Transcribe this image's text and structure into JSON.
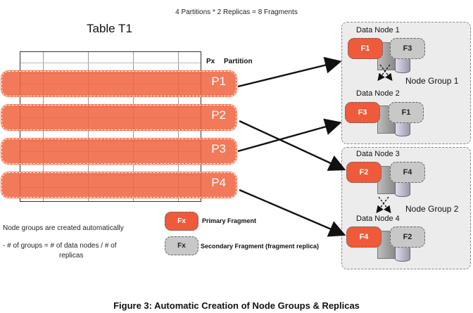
{
  "header": {
    "equation": "4 Partitions * 2 Replicas = 8 Fragments"
  },
  "table": {
    "title": "Table T1",
    "legend_px": "Px",
    "legend_partition": "Partition"
  },
  "partitions": [
    {
      "label": "P1"
    },
    {
      "label": "P2"
    },
    {
      "label": "P3"
    },
    {
      "label": "P4"
    }
  ],
  "node_groups": [
    {
      "label": "Node Group 1",
      "nodes": [
        {
          "title": "Data Node 1",
          "primary": "F1",
          "secondary": "F3"
        },
        {
          "title": "Data Node 2",
          "primary": "F3",
          "secondary": "F1"
        }
      ]
    },
    {
      "label": "Node Group 2",
      "nodes": [
        {
          "title": "Data Node 3",
          "primary": "F2",
          "secondary": "F4"
        },
        {
          "title": "Data Node 4",
          "primary": "F4",
          "secondary": "F2"
        }
      ]
    }
  ],
  "legend": {
    "primary_box": "Fx",
    "primary_text": "Primary Fragment",
    "secondary_box": "Fx",
    "secondary_text": "Secondary Fragment (fragment replica)"
  },
  "notes": {
    "line1": "Node groups are created automatically",
    "line2": "- # of groups = # of data nodes / # of",
    "line3": "replicas"
  },
  "caption": "Figure 3: Automatic Creation of Node Groups & Replicas",
  "colors": {
    "primary": "#ee5a3a",
    "secondary": "#c8c8c8",
    "group_bg": "#ececec"
  }
}
